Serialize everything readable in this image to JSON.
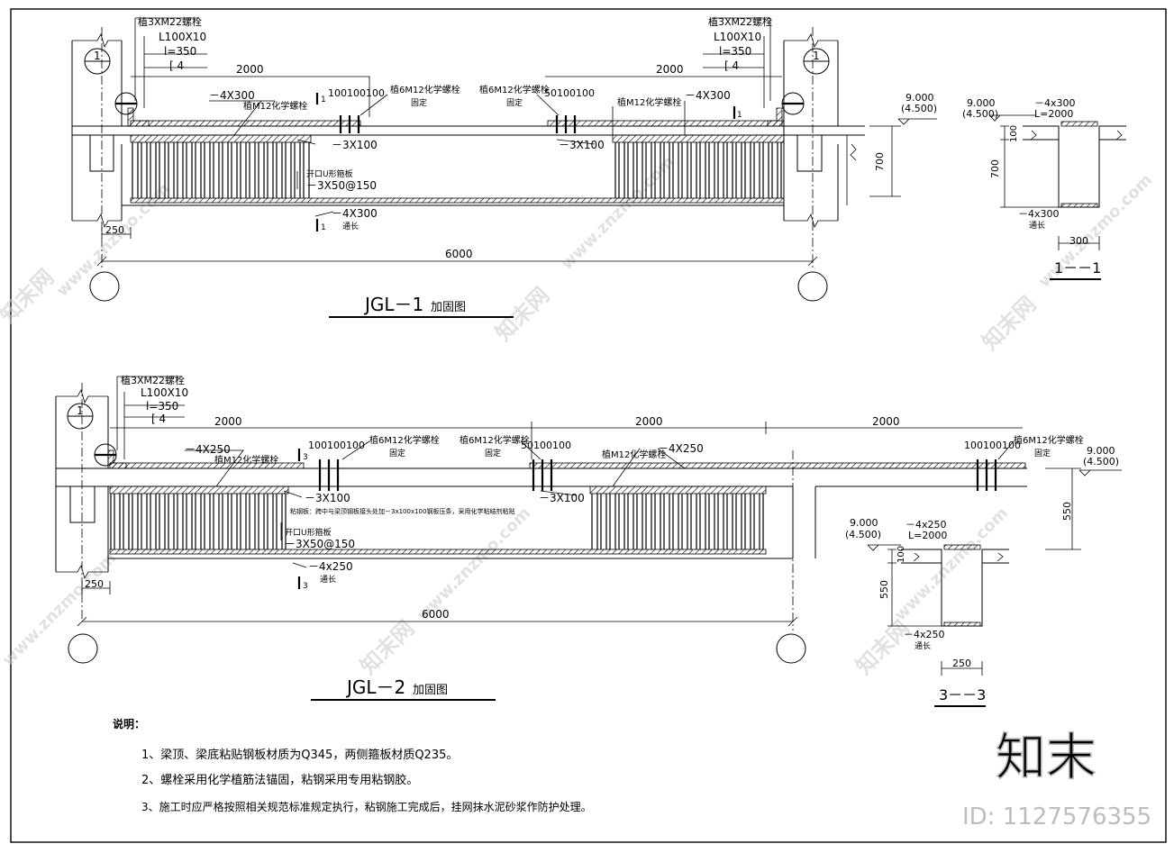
{
  "jgl1": {
    "title": "JGL－1",
    "title_suffix": "加固图",
    "span": "6000",
    "dim_left": "2000",
    "dim_right": "2000",
    "dim_support": "250",
    "bolt_spacing": "100100100",
    "bolt_spacing_mid": "50100100",
    "anchor_label": "植3XM22螺栓",
    "angle_label": "L100X10",
    "angle_len": "l=350",
    "angle_code": "[ 4",
    "chem_bolt_6": "植6M12化学螺栓",
    "chem_bolt": "植M12化学螺栓",
    "fix_label": "固定",
    "plate_top": "－4X300",
    "plate_mid": "－3X100",
    "u_plate": "开口U形箍板",
    "stirrup_plate": "－3X50@150",
    "plate_bottom": "－4X300",
    "through_label": "通长",
    "cut_mark": "1",
    "elev": "9.000",
    "elev_paren": "(4.500)",
    "height_dim": "700",
    "axis_bubble": "1"
  },
  "sec11": {
    "elev": "9.000",
    "elev_paren": "(4.500)",
    "plate_top": "－4x300",
    "plate_len": "L=2000",
    "dim_100": "100",
    "dim_700": "700",
    "plate_bottom": "－4x300",
    "through_label": "通长",
    "width": "300",
    "title": "1－－1"
  },
  "jgl2": {
    "title": "JGL－2",
    "title_suffix": "加固图",
    "span": "6000",
    "dim_a": "2000",
    "dim_b": "2000",
    "dim_c": "2000",
    "dim_support": "250",
    "bolt_spacing": "100100100",
    "bolt_spacing_mid": "50100100",
    "anchor_label": "植3XM22螺栓",
    "angle_label": "L100X10",
    "angle_len": "l=350",
    "angle_code": "[ 4",
    "chem_bolt_6": "植6M12化学螺栓",
    "chem_bolt": "植M12化学螺栓",
    "fix_label": "固定",
    "plate_top": "－4X250",
    "plate_mid": "－3X100",
    "plate_note": "粘钢板：跨中与梁顶钢板接头处加－3x100x100钢板压条，采用化学粘结剂粘贴",
    "u_plate": "开口U形箍板",
    "stirrup_plate": "－3X50@150",
    "plate_bottom": "－4x250",
    "through_label": "通长",
    "cut_mark": "3",
    "elev": "9.000",
    "elev_paren": "(4.500)",
    "height_dim": "550",
    "axis_bubble": "1"
  },
  "sec33": {
    "elev": "9.000",
    "elev_paren": "(4.500)",
    "plate_top": "－4x250",
    "plate_len": "L=2000",
    "dim_100": "100",
    "dim_550": "550",
    "plate_bottom": "－4x250",
    "through_label": "通长",
    "width": "250",
    "title": "3－－3"
  },
  "notes": {
    "heading": "说明：",
    "items": [
      "1、梁顶、梁底粘贴钢板材质为Q345，两侧箍板材质Q235。",
      "2、螺栓采用化学植筋法锚固，粘钢采用专用粘钢胶。",
      "3、施工时应严格按照相关规范标准规定执行，粘钢施工完成后，挂网抹水泥砂浆作防护处理。"
    ]
  },
  "watermark": {
    "brand": "知末",
    "id_text": "ID: 1127576355",
    "url_text": "www.znzmo.com",
    "site_text": "知末网"
  }
}
